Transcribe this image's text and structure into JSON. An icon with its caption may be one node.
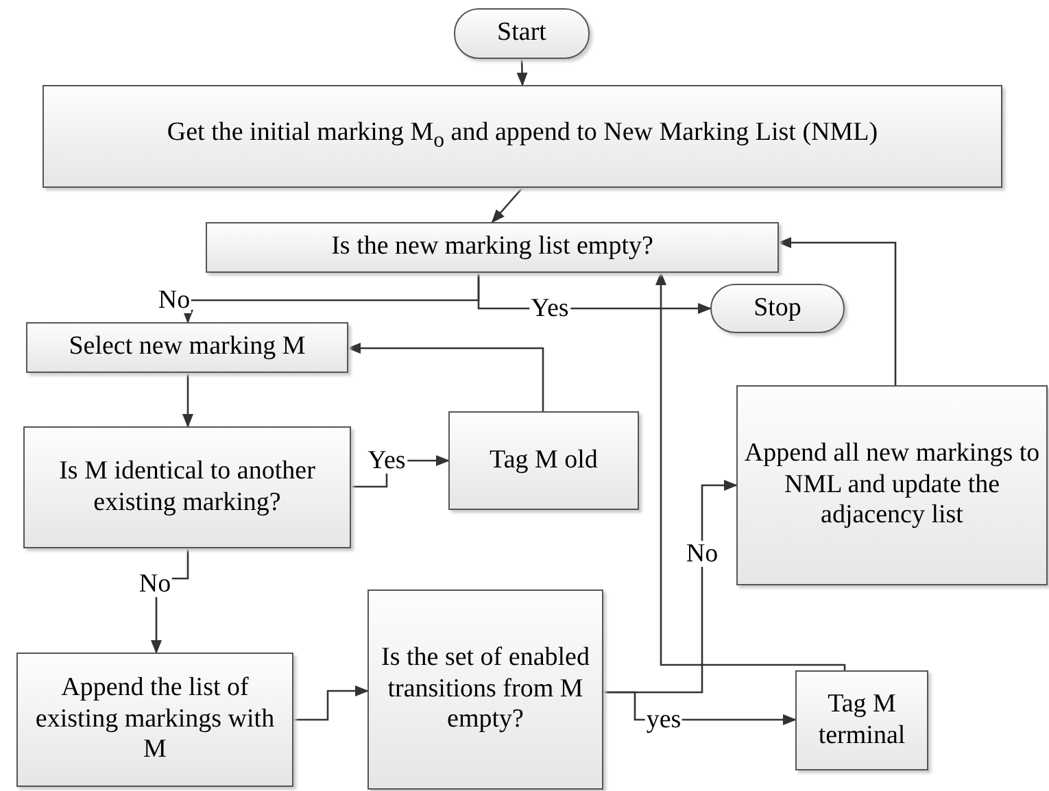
{
  "diagram": {
    "nodes": [
      {
        "text": [
          "Start"
        ]
      },
      {
        "text": [
          "Get the initial marking M$_{o}$ and append to New Marking List (NML)"
        ]
      },
      {
        "text": [
          "Is the new marking list empty?"
        ]
      },
      {
        "text": [
          "Stop"
        ]
      },
      {
        "text": [
          "Select new marking M"
        ]
      },
      {
        "text": [
          "Is M identical to another existing marking?"
        ]
      },
      {
        "text": [
          "Tag M old"
        ]
      },
      {
        "text": [
          "Append the list of existing markings with M"
        ]
      },
      {
        "text": [
          "Is the set of enabled transitions from M empty?"
        ]
      },
      {
        "text": [
          "Append all new markings to NML and update the adjacency list"
        ]
      },
      {
        "text": [
          "Tag M terminal"
        ]
      }
    ],
    "edges": [
      {
        "from": 0,
        "to": 1,
        "arrow": "to"
      },
      {
        "from": 1,
        "to": 2,
        "arrow": "to"
      },
      {
        "from": 2,
        "to": 4,
        "arrow": "to",
        "label": "No"
      },
      {
        "from": 2,
        "to": 3,
        "arrow": "to",
        "label": "Yes"
      },
      {
        "from": 4,
        "to": 5,
        "arrow": "to"
      },
      {
        "from": 5,
        "to": 6,
        "arrow": "to",
        "label": "Yes"
      },
      {
        "from": 6,
        "to": 4,
        "arrow": "to"
      },
      {
        "from": 5,
        "to": 7,
        "arrow": "to",
        "label": "No"
      },
      {
        "from": 7,
        "to": 8,
        "arrow": "to"
      },
      {
        "from": 8,
        "to": 9,
        "arrow": "to",
        "label": "No"
      },
      {
        "from": 8,
        "to": 10,
        "arrow": "to",
        "label": "yes"
      },
      {
        "from": 10,
        "to": 2,
        "arrow": "to"
      },
      {
        "from": 9,
        "to": 2,
        "arrow": "to"
      }
    ]
  }
}
